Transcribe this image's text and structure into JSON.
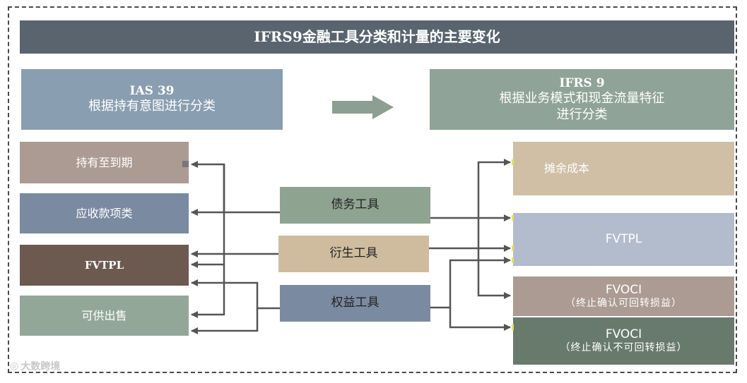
{
  "title": "IFRS9金融工具分类和计量的主要变化",
  "old_standard": {
    "name": "IAS 39",
    "basis": "根据持有意图进行分类"
  },
  "new_standard": {
    "name": "IFRS 9",
    "basis_line1": "根据业务模式和现金流量特征",
    "basis_line2": "进行分类"
  },
  "old_categories": [
    "持有至到期",
    "应收款项类",
    "FVTPL",
    "可供出售"
  ],
  "instruments": [
    "债务工具",
    "衍生工具",
    "权益工具"
  ],
  "new_categories": [
    {
      "label": "摊余成本",
      "sub": ""
    },
    {
      "label": "FVTPL",
      "sub": ""
    },
    {
      "label": "FVOCI",
      "sub": "（终止确认可回转损益）"
    },
    {
      "label": "FVOCI",
      "sub": "（终止确认不可回转损益）"
    }
  ],
  "watermark": "大数跨境",
  "colors": {
    "title_bg": "#59646f",
    "ias39_bg": "#8a9eb1",
    "ifrs9_bg": "#90a398",
    "arrow": "#8c9f92",
    "held_to_maturity": "#ab9b92",
    "receivables": "#7a8aa1",
    "fvtpl_old": "#6c5a50",
    "available_for_sale": "#93a799",
    "debt": "#8ea390",
    "derivative": "#cfbc9e",
    "equity": "#7a8aa1",
    "amortized_cost": "#d0bfa4",
    "fvtpl_new": "#b2bccd",
    "fvoci_recycle": "#ab9b92",
    "fvoci_no_recycle": "#687a6c",
    "connector": "#555555",
    "endpoint_marker": "#e9e25e"
  }
}
